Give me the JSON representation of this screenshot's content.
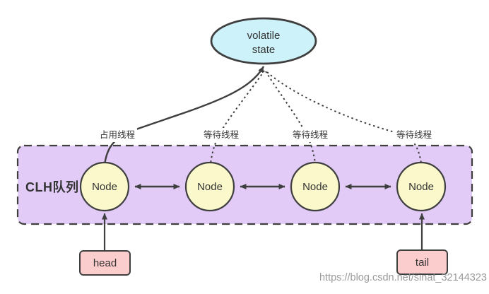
{
  "diagram": {
    "state_ellipse": {
      "label": "volatile\nstate"
    },
    "queue": {
      "title": "CLH队列",
      "nodes": [
        {
          "label": "Node"
        },
        {
          "label": "Node"
        },
        {
          "label": "Node"
        },
        {
          "label": "Node"
        }
      ]
    },
    "thread_labels": [
      {
        "label": "占用线程"
      },
      {
        "label": "等待线程"
      },
      {
        "label": "等待线程"
      },
      {
        "label": "等待线程"
      }
    ],
    "pointers": {
      "head": "head",
      "tail": "tail"
    },
    "watermark": "https://blog.csdn.net/sinat_32144323",
    "colors": {
      "state_fill": "#cdf2f9",
      "queue_fill": "#e2cbf6",
      "node_fill": "#fbf8cb",
      "pointer_fill": "#fccdcd",
      "stroke": "#3f3f3f",
      "label_text": "#333333",
      "watermark_text": "#9b9b9b"
    }
  }
}
